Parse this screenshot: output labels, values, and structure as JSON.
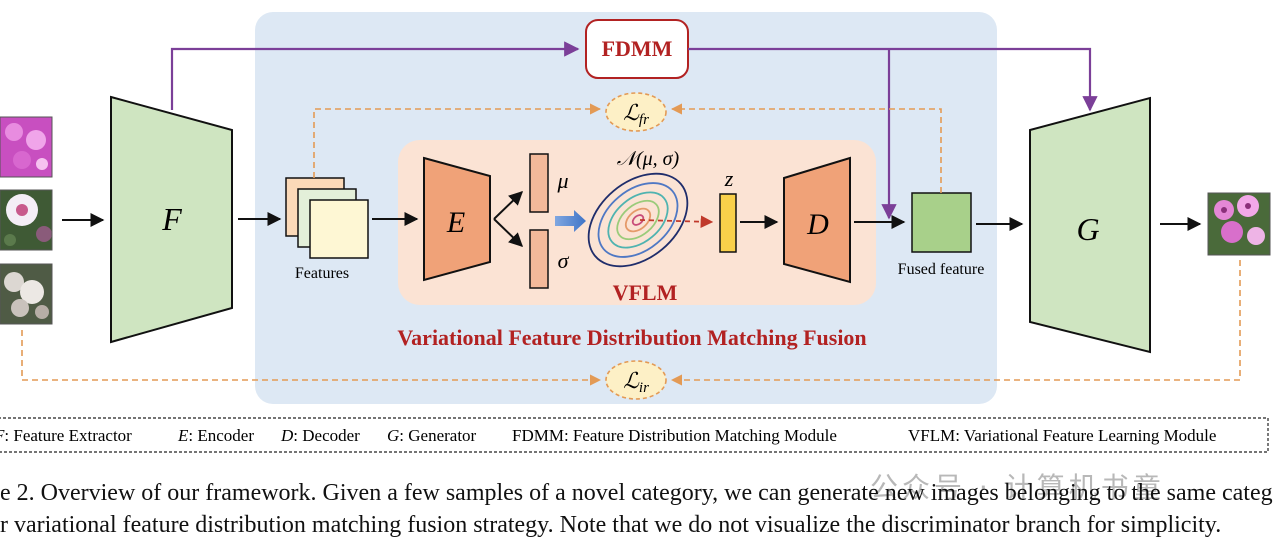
{
  "diagram": {
    "labels": {
      "extractor": "F",
      "encoder": "E",
      "decoder": "D",
      "generator": "G",
      "mu": "μ",
      "sigma": "σ",
      "latent": "z",
      "distribution": "𝒩(μ, σ)",
      "features": "Features",
      "fused_feature": "Fused feature",
      "fdmm": "FDMM",
      "vflm": "VFLM",
      "loss_fr_base": "ℒ",
      "loss_fr_sub": "fr",
      "loss_ir_base": "ℒ",
      "loss_ir_sub": "ir",
      "fusion_title": "Variational Feature Distribution Matching Fusion"
    },
    "legend": [
      {
        "symbol": "F",
        "text": ": Feature Extractor"
      },
      {
        "symbol": "E",
        "text": ": Encoder"
      },
      {
        "symbol": "D",
        "text": ": Decoder"
      },
      {
        "symbol": "G",
        "text": ": Generator"
      },
      {
        "symbol": "",
        "text": "FDMM: Feature Distribution Matching Module"
      },
      {
        "symbol": "",
        "text": "VFLM: Variational Feature Learning Module"
      }
    ],
    "colors": {
      "panel_blue": "#dde8f4",
      "panel_peach": "#fbe3d4",
      "green": "#cfe5c1",
      "orange": "#f0a278",
      "gold": "#f9d04a",
      "feature_cream": "#fef7d4",
      "purple": "#7b3f98",
      "dashed_orange": "#e39a55",
      "title_red": "#b22222"
    }
  },
  "caption": {
    "line1": "e 2. Overview of our framework. Given a few samples of a novel category, we can generate new images belonging to the same categ",
    "line2": "r variational feature distribution matching fusion strategy. Note that we do not visualize the discriminator branch for simplicity."
  },
  "watermark": "公众号 · 计算机书童"
}
